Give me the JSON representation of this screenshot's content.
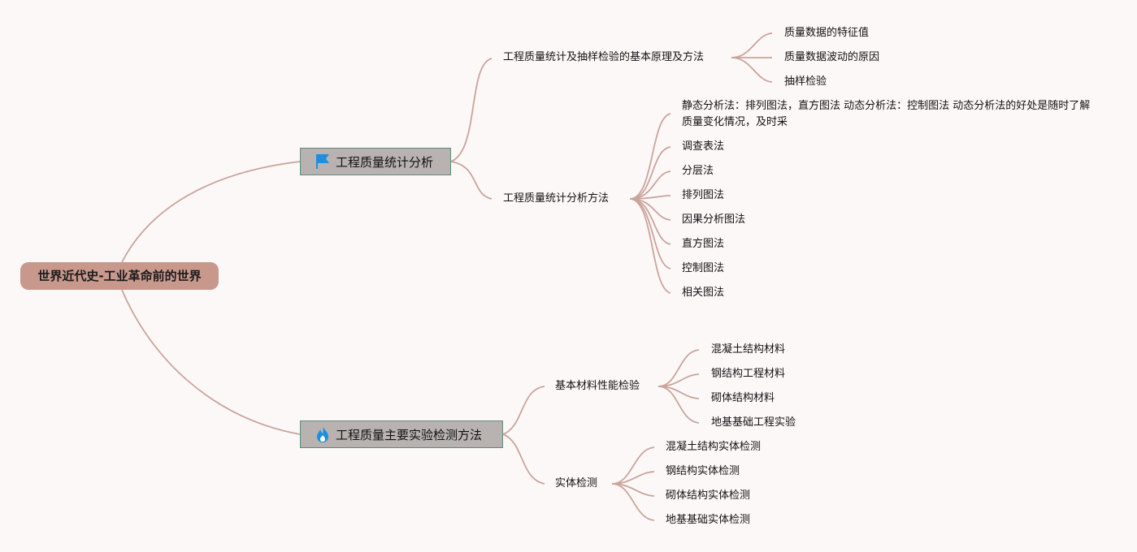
{
  "root": {
    "label": "世界近代史-工业革命前的世界"
  },
  "branches": [
    {
      "label": "工程质量统计分析",
      "icon": "flag-icon",
      "icon_color": "#1e8fe0",
      "children": [
        {
          "label": "工程质量统计及抽样检验的基本原理及方法",
          "children": [
            "质量数据的特征值",
            "质量数据波动的原因",
            "抽样检验"
          ]
        },
        {
          "label": "工程质量统计分析方法",
          "children": [
            "静态分析法：排列图法，直方图法 动态分析法：控制图法 动态分析法的好处是随时了解质量变化情况，及时采",
            "调查表法",
            "分层法",
            "排列图法",
            "因果分析图法",
            "直方图法",
            "控制图法",
            "相关图法"
          ]
        }
      ]
    },
    {
      "label": "工程质量主要实验检测方法",
      "icon": "flame-icon",
      "icon_color": "#1e8fe0",
      "children": [
        {
          "label": "基本材料性能检验",
          "children": [
            "混凝土结构材料",
            "钢结构工程材料",
            "砌体结构材料",
            "地基基础工程实验"
          ]
        },
        {
          "label": "实体检测",
          "children": [
            "混凝土结构实体检测",
            "钢结构实体检测",
            "砌体结构实体检测",
            "地基基础实体检测"
          ]
        }
      ]
    }
  ],
  "colors": {
    "background": "#fdf8f8",
    "root_fill": "#c8988c",
    "main_topic_fill": "#b8b3b0",
    "main_topic_border": "#5e8c7c",
    "connector": "#c9a49b"
  }
}
